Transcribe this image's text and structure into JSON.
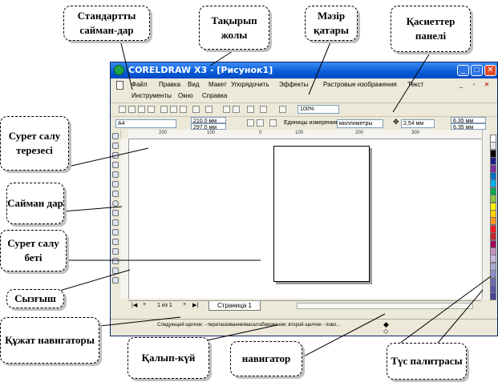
{
  "window": {
    "title": "CorelDRAW X3 - [Рисунок1]",
    "title_visible": "CORELDRAW X3 - [Рисунок1]",
    "controls": [
      "_",
      "□",
      "✕"
    ]
  },
  "menubar": {
    "row1": [
      "Файл",
      "Правка",
      "Вид",
      "Макет",
      "Упорядочить",
      "Эффекты",
      "Растровые изображения",
      "Текст"
    ],
    "row2": [
      "Инструменты",
      "Окно",
      "Справка"
    ]
  },
  "standard_toolbar": {
    "zoom": "100%"
  },
  "property_bar": {
    "paper": "A4",
    "width": "210,0 мм",
    "height": "297,0 мм",
    "units_label": "Единицы измерения:",
    "units_value": "миллиметры",
    "nudge": "2,54 мм",
    "dup_x": "6,35 мм",
    "dup_y": "6,35 мм"
  },
  "ruler": {
    "ticks": [
      "200",
      "100",
      "0",
      "100",
      "200",
      "300"
    ]
  },
  "navigator": {
    "page_count": "1 из 1",
    "page_tab": "Страница 1"
  },
  "status": {
    "hint": "Следующий щелчок: - перетаскивание/масштабирование; второй щелчок - пово..."
  },
  "palette": {
    "colors": [
      "#ffffff",
      "#e6e6e6",
      "#000000",
      "#1c1c8c",
      "#7a2f9e",
      "#0070c0",
      "#00b0f0",
      "#00a651",
      "#8dc63f",
      "#fff200",
      "#ffd200",
      "#f7941d",
      "#ed1c24",
      "#c1272d",
      "#9e005d",
      "#c48fc1",
      "#c8b7e0",
      "#a9a9d6",
      "#8f8fcc",
      "#6b6bb5",
      "#5555a8",
      "#44449a"
    ]
  },
  "labels": {
    "std_tools": "Стандартты сайман-дар",
    "title_bar": "Тақырып жолы",
    "menu_bar": "Мәзір қатары",
    "props_panel": "Қасиеттер панелі",
    "draw_window": "Сурет салу терезесі",
    "tools": "Сайман дар",
    "draw_page": "Сурет салу беті",
    "ruler": "Сызғыш",
    "doc_nav": "Құжат навигаторы",
    "state": "Қалып-күй",
    "navigator": "навигатор",
    "palette": "Түс палитрасы"
  }
}
